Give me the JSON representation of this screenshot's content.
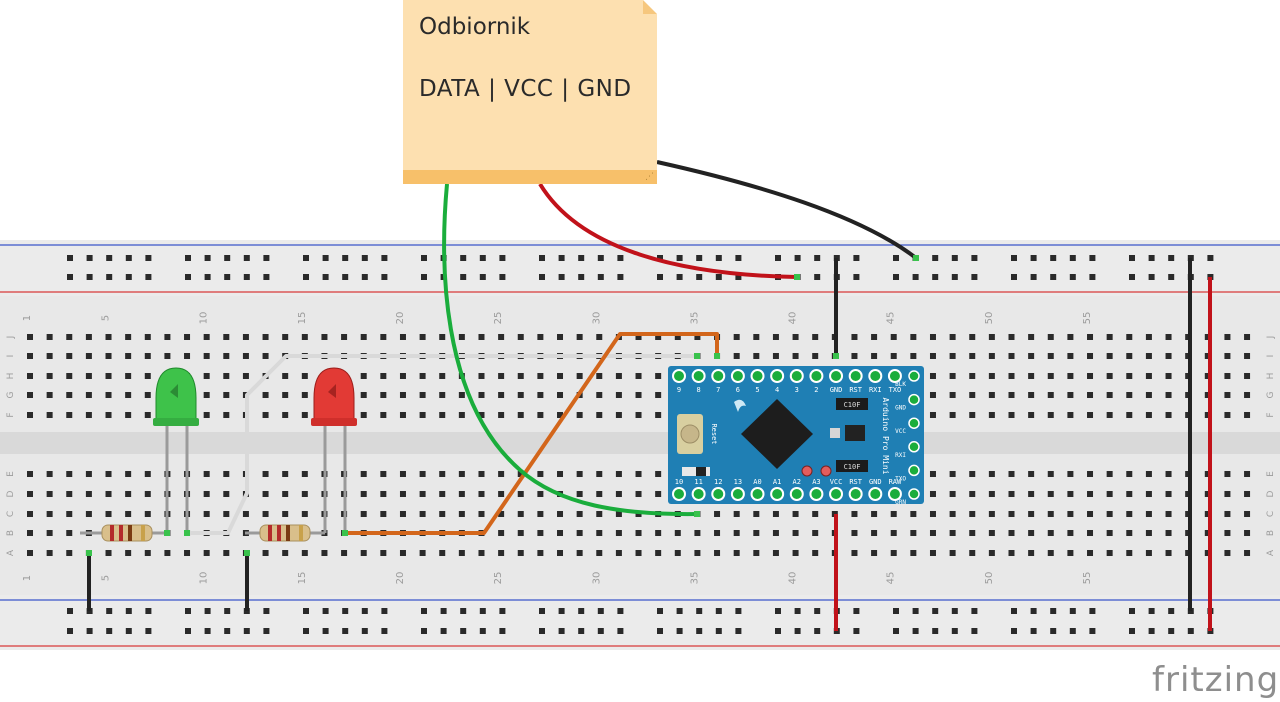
{
  "note": {
    "title": "Odbiornik",
    "pins": "DATA | VCC | GND"
  },
  "breadboard": {
    "column_numbers": [
      "1",
      "5",
      "10",
      "15",
      "20",
      "25",
      "30",
      "35",
      "40",
      "45",
      "50",
      "55"
    ],
    "row_letters_top": [
      "J",
      "I",
      "H",
      "G",
      "F"
    ],
    "row_letters_bottom": [
      "E",
      "D",
      "C",
      "B",
      "A"
    ]
  },
  "board": {
    "name": "Arduino Pro Mini",
    "top_pins": [
      "9",
      "8",
      "7",
      "6",
      "5",
      "4",
      "3",
      "2",
      "GND",
      "RST",
      "RXI",
      "TXO"
    ],
    "bottom_pins": [
      "10",
      "11",
      "12",
      "13",
      "A0",
      "A1",
      "A2",
      "A3",
      "VCC",
      "RST",
      "GND",
      "RAW"
    ],
    "side_pins": [
      "BLK",
      "GND",
      "VCC",
      "RXI",
      "TXO",
      "GRN"
    ],
    "reset_label": "Reset",
    "cap_label_1": "C10F",
    "cap_label_2": "C10F"
  },
  "brand": "fritzing",
  "colors": {
    "wire_green": "#1aad3c",
    "wire_red": "#c1121a",
    "wire_black": "#222222",
    "wire_orange": "#d3661b",
    "wire_white": "#d9d9d9",
    "board_blue": "#1f7fb4",
    "led_green": "#3ec24a",
    "led_red": "#e23a35",
    "note_fill": "#fde0b0"
  }
}
